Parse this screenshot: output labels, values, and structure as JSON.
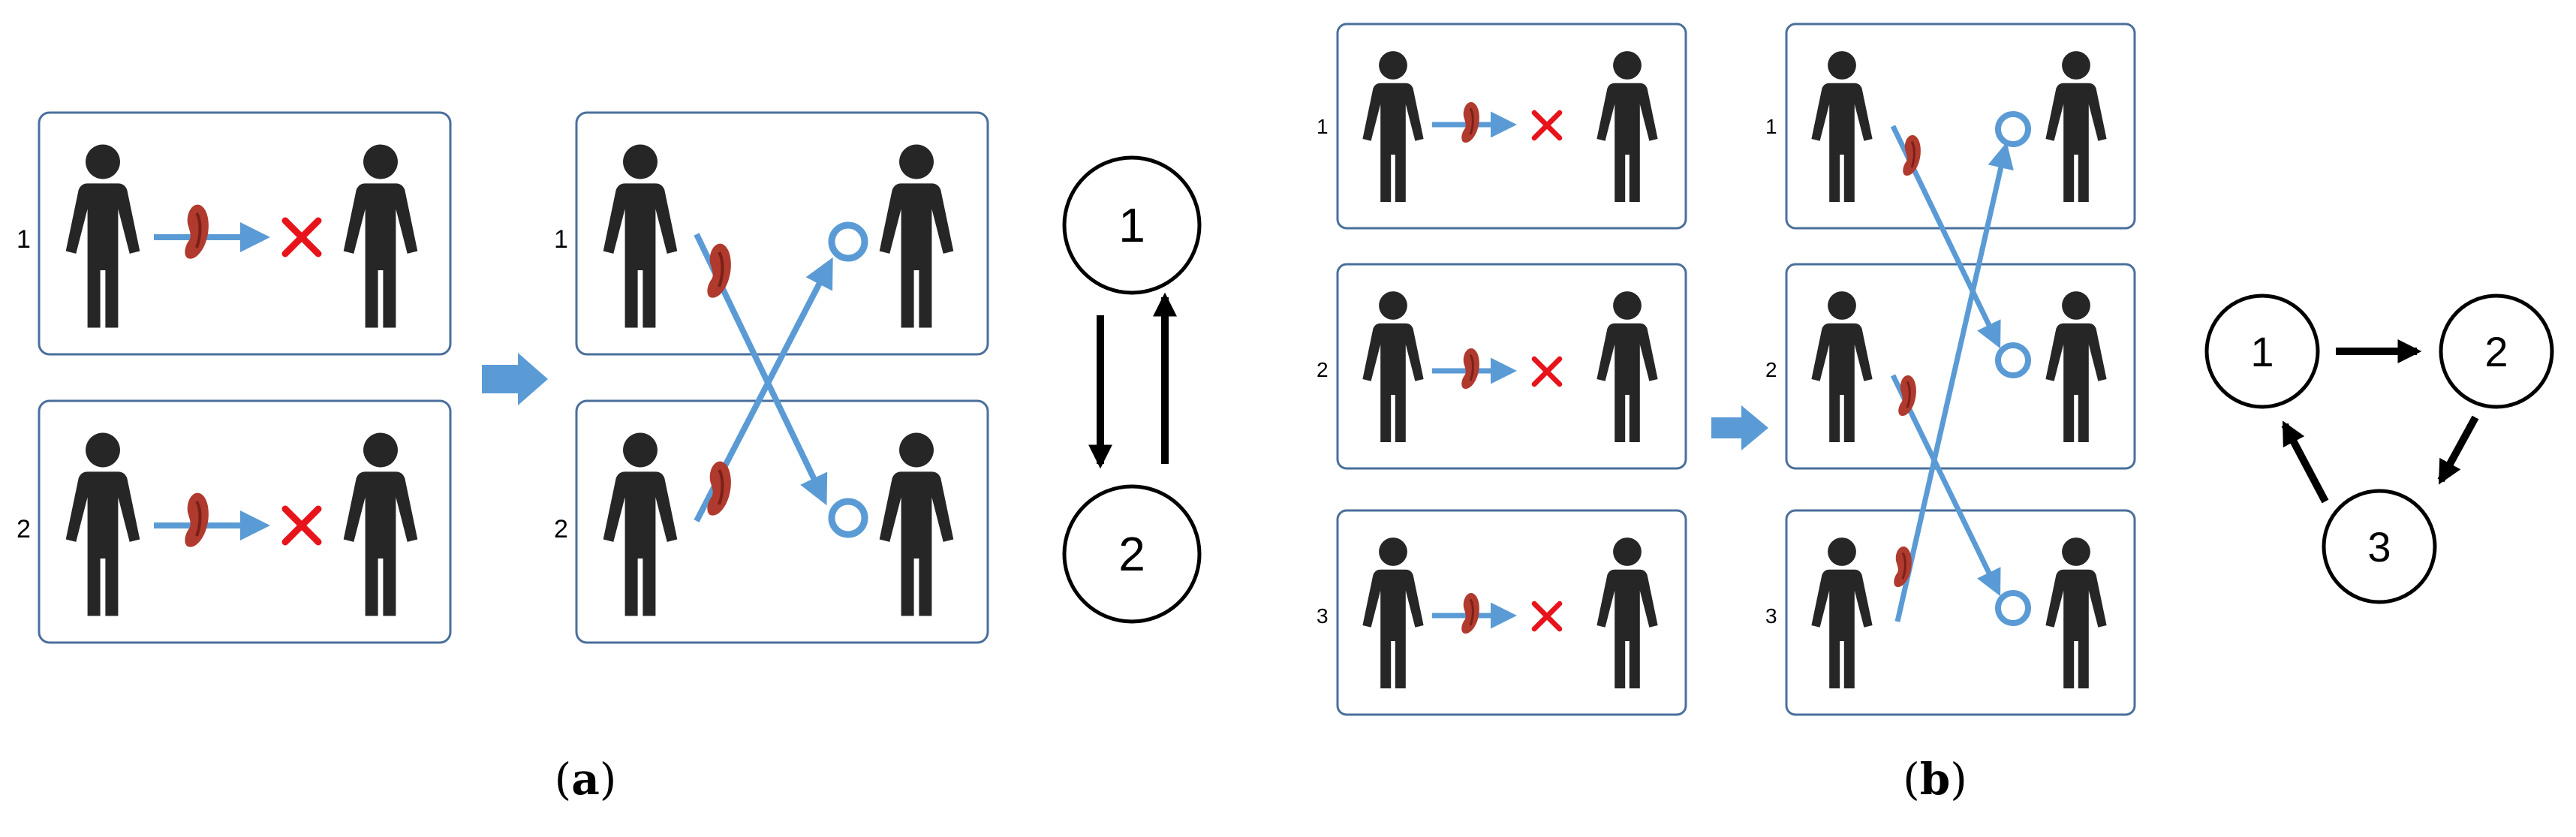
{
  "panel_a": {
    "caption_open": "(",
    "caption_letter": "a",
    "caption_close": ")",
    "before_rows": [
      "1",
      "2"
    ],
    "after_rows": [
      "1",
      "2"
    ],
    "graph_nodes": [
      "1",
      "2"
    ]
  },
  "panel_b": {
    "caption_open": "(",
    "caption_letter": "b",
    "caption_close": ")",
    "before_rows": [
      "1",
      "2",
      "3"
    ],
    "after_rows": [
      "1",
      "2",
      "3"
    ],
    "graph_nodes": [
      "1",
      "2",
      "3"
    ]
  },
  "colors": {
    "person": "#262626",
    "kidney": "#b03a2e",
    "arrow_blue": "#5b9bd5",
    "box_border": "#4a6f9c",
    "cross_red": "#e8141c",
    "graph": "#000000"
  },
  "icons": {
    "person": "person-icon",
    "kidney": "kidney-icon",
    "incompatible": "red-x-icon",
    "compatible": "blue-circle-icon",
    "transition": "blue-right-arrow-icon"
  }
}
